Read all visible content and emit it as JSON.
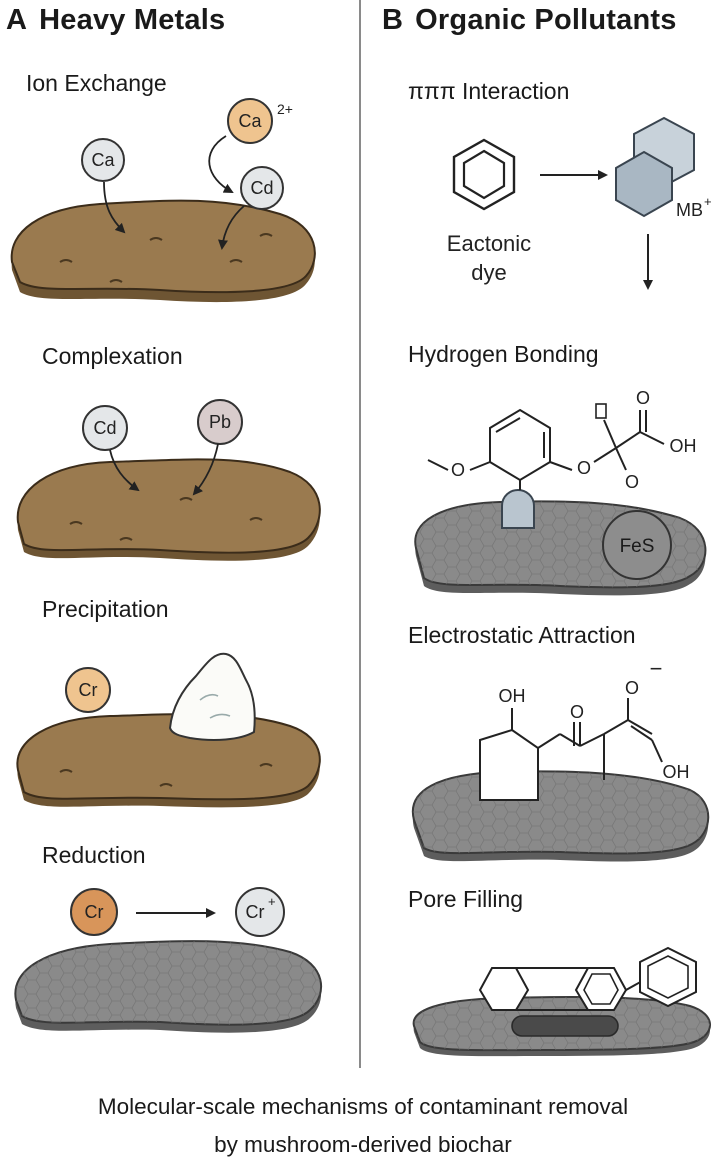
{
  "panels": {
    "a": {
      "letter": "A",
      "title": "Heavy Metals",
      "mechanisms": [
        {
          "name": "Ion Exchange",
          "ions": [
            "Ca",
            "Ca",
            "Cd"
          ],
          "charge": "2+"
        },
        {
          "name": "Complexation",
          "ions": [
            "Cd",
            "Pb"
          ]
        },
        {
          "name": "Precipitation",
          "ions": [
            "Cr"
          ]
        },
        {
          "name": "Reduction",
          "ions": [
            "Cr",
            "Cr"
          ],
          "charge": "+"
        }
      ]
    },
    "b": {
      "letter": "B",
      "title": "Organic Pollutants",
      "mechanisms": [
        {
          "name": "πππ Interaction",
          "dye_label_1": "Eactonic",
          "dye_label_2": "dye",
          "ion": "MB",
          "charge": "+"
        },
        {
          "name": "Hydrogen Bonding",
          "methoxy": "O",
          "ether": "O",
          "carbonyl": "O",
          "hydroxyl": "OH",
          "oxy": "O",
          "surface_label": "FeS"
        },
        {
          "name": "Electrostatic Attraction",
          "hydroxyl": "OH",
          "ketone": "O",
          "carboxylate": "O",
          "charge": "−",
          "acid": "OH"
        },
        {
          "name": "Pore Filling"
        }
      ]
    }
  },
  "caption": {
    "line1": "Molecular-scale mechanisms of contaminant removal",
    "line2": "by mushroom-derived biochar"
  },
  "colors": {
    "biochar_brown": "#9a7a4f",
    "biochar_brown_dark": "#6e5533",
    "biochar_gray": "#8a8a8a",
    "biochar_gray_dark": "#5d5d5d",
    "ion_ca_orange": "#efc48f",
    "ion_light": "#e4e7e9",
    "ion_pb": "#d8cccc",
    "ion_cr_orange": "#d8955a",
    "mb_hex": "#b9c5cf"
  }
}
